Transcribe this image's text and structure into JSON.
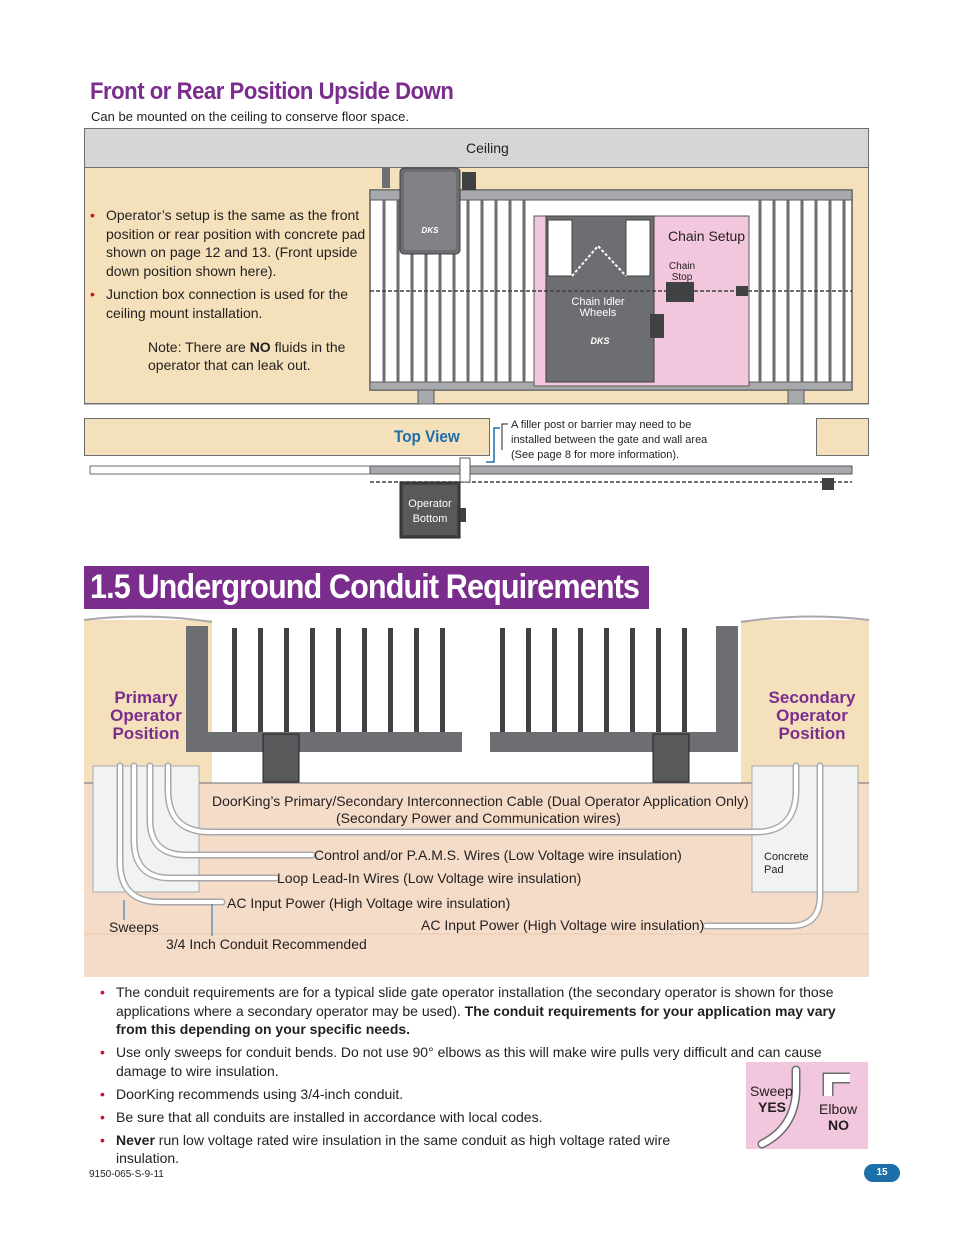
{
  "section": {
    "heading": "Front or Rear Position Upside Down",
    "subheading": "Can be mounted on the ceiling to conserve floor space.",
    "ceiling_label": "Ceiling",
    "bullets": [
      "Operator’s setup is the same as the front position or rear position with concrete pad shown on page 12 and 13. (Front upside down position shown here).",
      "Junction box connection is used for the ceiling mount installation."
    ],
    "note_prefix": "Note: There are ",
    "note_bold": "NO",
    "note_suffix": " fluids in the operator that can leak out.",
    "chain_setup": "Chain Setup",
    "chain_stop": "Chain Stop",
    "chain_idler": "Chain Idler Wheels",
    "top_view": "Top View",
    "filler_note": "A filler post or barrier may need to be installed between the gate and wall area (See page 8 for more information).",
    "operator_bottom": "Operator Bottom",
    "logo": "DKS"
  },
  "main": {
    "heading": "1.5 Underground Conduit Requirements",
    "primary_label": "Primary Operator Position",
    "secondary_label": "Secondary Operator Position",
    "interconnect_line1": "DoorKing’s Primary/Secondary Interconnection Cable (Dual Operator Application Only)",
    "interconnect_line2": "(Secondary Power and Communication wires)",
    "control_wires": "Control and/or P.A.M.S. Wires (Low Voltage wire insulation)",
    "loop_wires": "Loop Lead-In Wires (Low Voltage wire insulation)",
    "ac_power_left": "AC Input Power (High Voltage wire insulation)",
    "ac_power_right": "AC Input Power (High Voltage wire insulation)",
    "sweeps": "Sweeps",
    "conduit_rec": "3/4 Inch Conduit Recommended",
    "concrete_pad": "Concrete Pad"
  },
  "notes": {
    "b1_normal": "The conduit requirements are for a typical slide gate operator installation (the secondary operator is shown for those applications where a secondary operator may be used). ",
    "b1_bold": "The conduit requirements for your application may vary from this depending on your specific needs.",
    "b2": "Use only sweeps for conduit bends. Do not use 90° elbows as this will make wire pulls very difficult and can cause damage to wire insulation.",
    "b3": "DoorKing recommends using 3/4-inch conduit.",
    "b4": "Be sure that all conduits are installed in accordance with local codes.",
    "b5_bold": "Never",
    "b5_normal": " run low voltage rated wire insulation in the same conduit as high voltage rated wire insulation."
  },
  "sweep_box": {
    "sweep": "Sweep",
    "yes": "YES",
    "elbow": "Elbow",
    "no": "NO"
  },
  "footer": {
    "code": "9150-065-S-9-11",
    "page": "15"
  },
  "colors": {
    "purple": "#7b2d8e",
    "blue": "#1d6fa9",
    "tan": "#f4e1bb",
    "pink": "#f2c6dc",
    "red_bullet": "#c8102e"
  }
}
